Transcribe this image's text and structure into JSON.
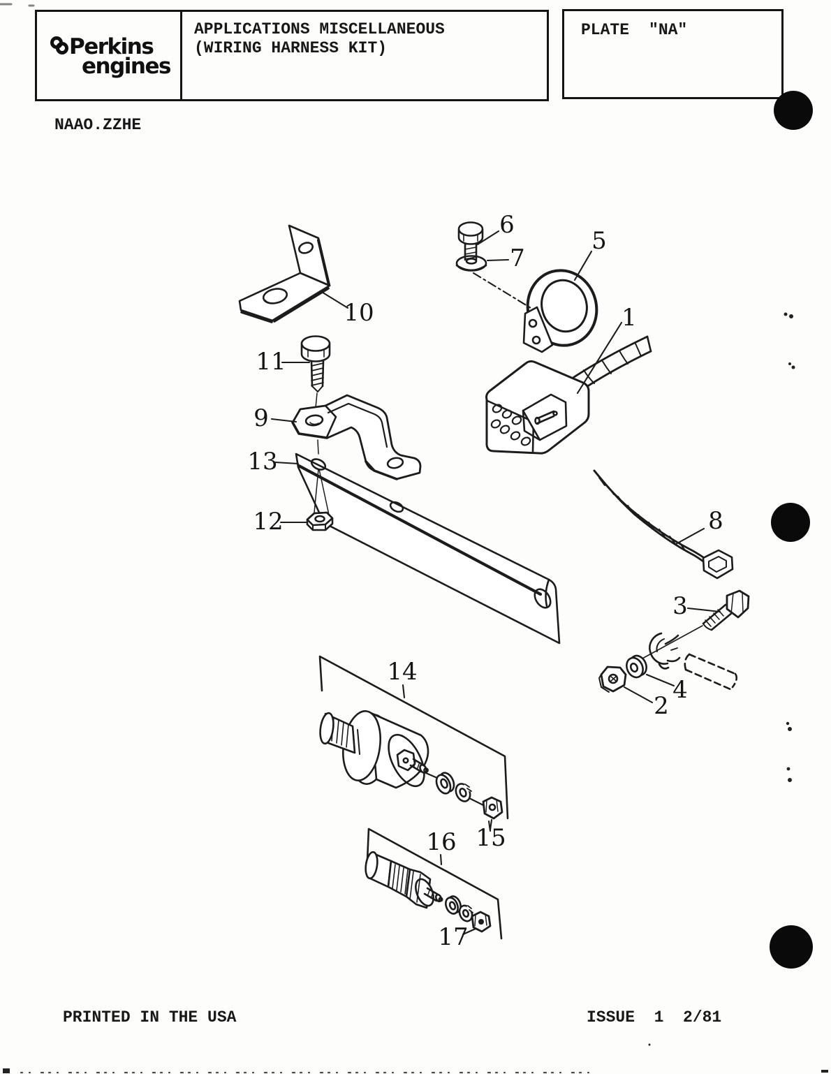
{
  "header": {
    "logo_line1": "Perkins",
    "logo_line2": "engines",
    "title_line1": "APPLICATIONS MISCELLANEOUS",
    "title_line2": "(WIRING HARNESS KIT)",
    "plate_label": "PLATE",
    "plate_value": "\"NA\""
  },
  "doc_code": "NAAO.ZZHE",
  "footer": {
    "printed": "PRINTED IN THE USA",
    "issue": "ISSUE  1  2/81"
  },
  "diagram": {
    "description": "Exploded parts diagram, wiring harness kit, parts 1-17",
    "callouts": [
      "1",
      "2",
      "3",
      "4",
      "5",
      "6",
      "7",
      "8",
      "9",
      "10",
      "11",
      "12",
      "13",
      "14",
      "15",
      "16",
      "17"
    ]
  }
}
